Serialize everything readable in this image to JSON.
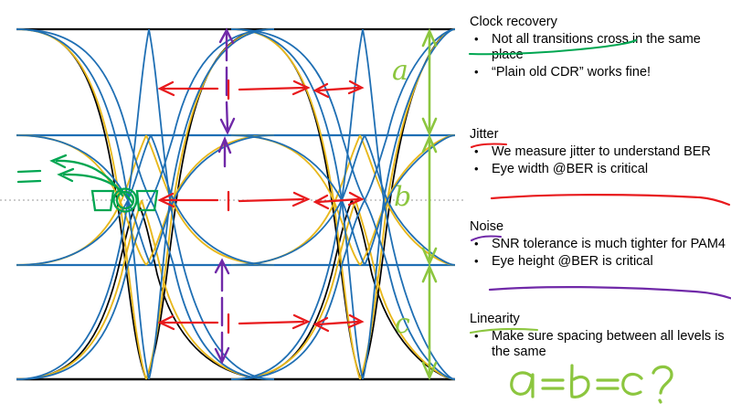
{
  "colors": {
    "trace_black": "#000000",
    "trace_blue": "#1f6fb4",
    "trace_gold": "#e8b81d",
    "annot_red": "#e8191c",
    "annot_purple": "#7029a8",
    "annot_green_dark": "#00a651",
    "annot_green_light": "#8cc63f",
    "ref_line_gray": "#9a9a9a",
    "text_black": "#000000",
    "background": "#ffffff"
  },
  "diagram": {
    "name": "pam4-eye-diagram",
    "levels": [
      "top",
      "upper-mid",
      "lower-mid",
      "bottom"
    ],
    "eye_openings": 3,
    "reference_line": "dotted-gray-threshold",
    "height_markers": [
      {
        "label": "a",
        "eye": "upper"
      },
      {
        "label": "b",
        "eye": "middle"
      },
      {
        "label": "c",
        "eye": "lower"
      }
    ],
    "width_markers": {
      "wide_arrow": "eye-width",
      "narrow_arrow": "crossing-spread"
    },
    "green_annotations": {
      "equals_marks": "=",
      "callout": "crossing points not aligned"
    }
  },
  "notes": {
    "sections": [
      {
        "id": "clock-recovery",
        "title": "Clock recovery",
        "title_underline": "none",
        "bullets": [
          {
            "text": "Not all transitions cross in the same place",
            "struck": true,
            "underline": "none"
          },
          {
            "text": "“Plain old CDR” works fine!",
            "struck": false,
            "underline": "none"
          }
        ]
      },
      {
        "id": "jitter",
        "title": "Jitter",
        "title_underline": "red",
        "bullets": [
          {
            "text": "We measure jitter to understand BER",
            "struck": false,
            "underline": "none"
          },
          {
            "text": "Eye width @BER is critical",
            "struck": false,
            "underline": "red"
          }
        ]
      },
      {
        "id": "noise",
        "title": "Noise",
        "title_underline": "purple",
        "bullets": [
          {
            "text": "SNR tolerance is much tighter for PAM4",
            "struck": false,
            "underline": "none"
          },
          {
            "text": "Eye height @BER is critical",
            "struck": false,
            "underline": "purple"
          }
        ]
      },
      {
        "id": "linearity",
        "title": "Linearity",
        "title_underline": "green",
        "bullets": [
          {
            "text": "Make sure spacing between all levels is the same",
            "struck": false,
            "underline": "none"
          }
        ]
      }
    ],
    "handwritten_note": "a=b=c?",
    "bullet_glyph": "•"
  }
}
